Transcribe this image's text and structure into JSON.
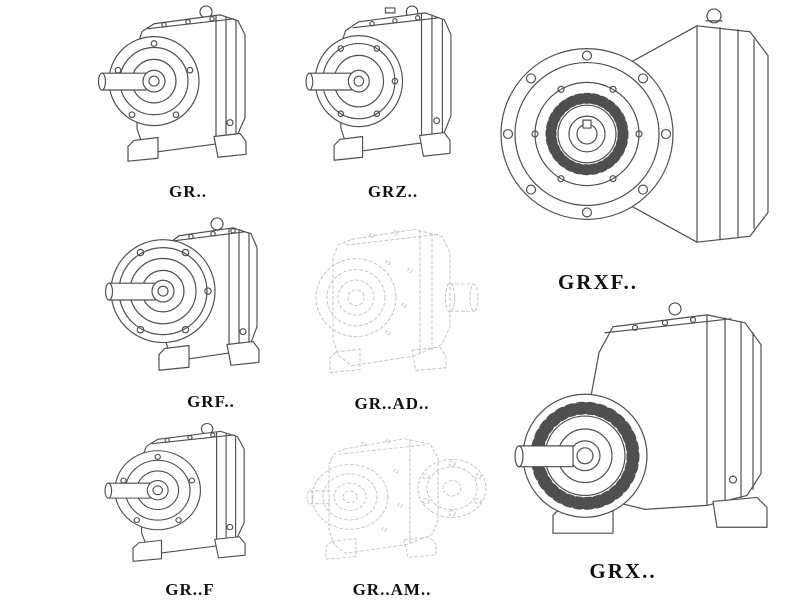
{
  "colors": {
    "line": "#4f4f4f",
    "ghost": "#c8c8c8",
    "label": "#111111"
  },
  "figures": [
    {
      "id": "gr",
      "label": "GR..",
      "ghost": false
    },
    {
      "id": "grz",
      "label": "GRZ..",
      "ghost": false
    },
    {
      "id": "grxf",
      "label": "GRXF..",
      "ghost": false
    },
    {
      "id": "grf",
      "label": "GRF..",
      "ghost": false
    },
    {
      "id": "grad",
      "label": "GR..AD..",
      "ghost": true
    },
    {
      "id": "grf-foot",
      "label": "GR..F",
      "ghost": false
    },
    {
      "id": "gram",
      "label": "GR..AM..",
      "ghost": true
    },
    {
      "id": "grx",
      "label": "GRX..",
      "ghost": false
    }
  ]
}
